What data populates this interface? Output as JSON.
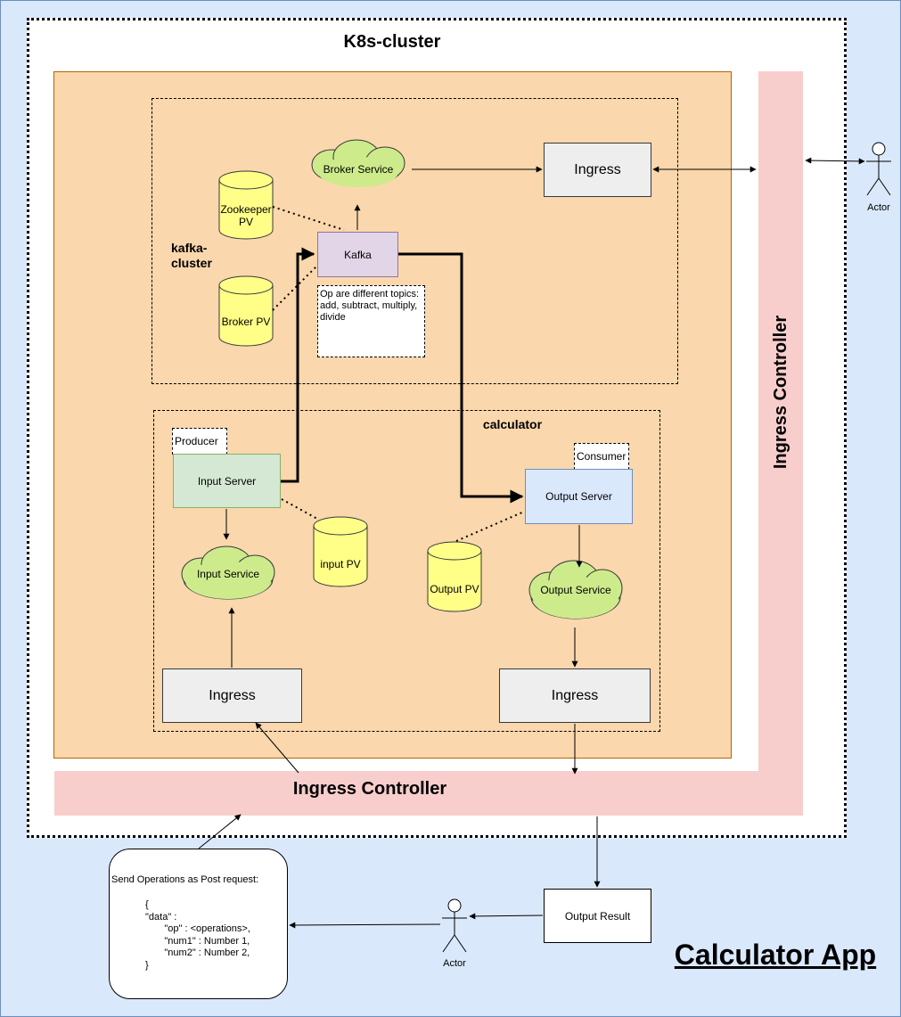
{
  "diagram": {
    "cluster_title": "K8s-cluster",
    "app_title": "Calculator App",
    "ingress_controller_label": "Ingress Controller",
    "kafka_cluster_label": "kafka-\ncluster",
    "calculator_label": "calculator",
    "broker_service": "Broker Service",
    "ingress_label": "Ingress",
    "zookeeper_pv": "Zookeeper PV",
    "kafka": "Kafka",
    "broker_pv": "Broker PV",
    "topics_note": "Op are different topics:\nadd, subtract, multiply, divide",
    "producer_tag": "Producer",
    "consumer_tag": "Consumer",
    "input_server": "Input Server",
    "output_server": "Output Server",
    "input_pv": "input PV",
    "output_pv": "Output PV",
    "input_service": "Input Service",
    "output_service": "Output Service",
    "actor": "Actor",
    "output_result": "Output Result",
    "post_request_title": "Send Operations as Post request:",
    "post_request_body": "{\n\"data\" :\n       \"op\" : <operations>,\n       \"num1\" : Number 1,\n       \"num2\" : Number 2,\n}"
  },
  "colors": {
    "background": "#dae8fc",
    "cluster_fill": "#fad7ac",
    "ingress_controller": "#f8cecc",
    "ingress": "#eeeeee",
    "kafka": "#e1d5e7",
    "input_server": "#d5e8d4",
    "output_server": "#dae8fc",
    "cloud": "#cdeb8b",
    "cylinder": "#ffff88"
  }
}
